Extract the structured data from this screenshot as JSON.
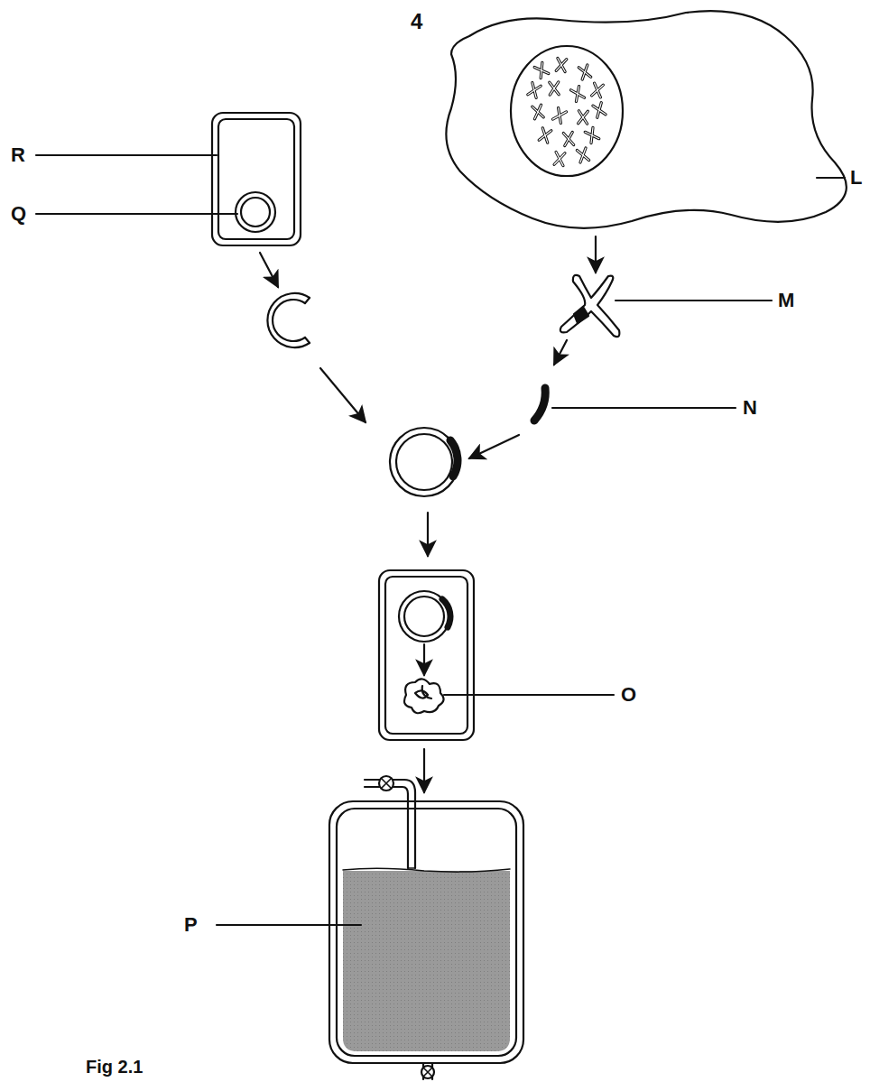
{
  "diagram": {
    "labels": [
      "4",
      "R",
      "Q",
      "L",
      "M",
      "N",
      "O",
      "P",
      "Fig 2.1"
    ]
  }
}
